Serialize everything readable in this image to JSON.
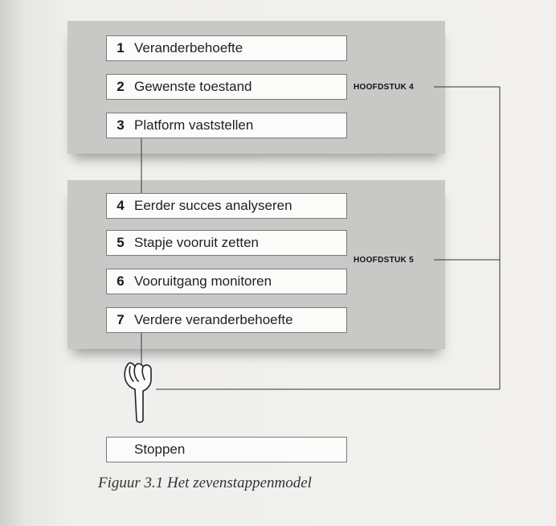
{
  "steps": [
    {
      "num": "1",
      "label": "Veranderbehoefte"
    },
    {
      "num": "2",
      "label": "Gewenste toestand"
    },
    {
      "num": "3",
      "label": "Platform vaststellen"
    },
    {
      "num": "4",
      "label": "Eerder succes analyseren"
    },
    {
      "num": "5",
      "label": "Stapje vooruit zetten"
    },
    {
      "num": "6",
      "label": "Vooruitgang monitoren"
    },
    {
      "num": "7",
      "label": "Verdere veranderbehoefte"
    }
  ],
  "chapters": {
    "ch4": "HOOFDSTUK 4",
    "ch5": "HOOFDSTUK 5"
  },
  "end_step": "Stoppen",
  "caption": "Figuur 3.1  Het zevenstappenmodel",
  "icons": {
    "pointer": "pointing-hand-icon"
  }
}
